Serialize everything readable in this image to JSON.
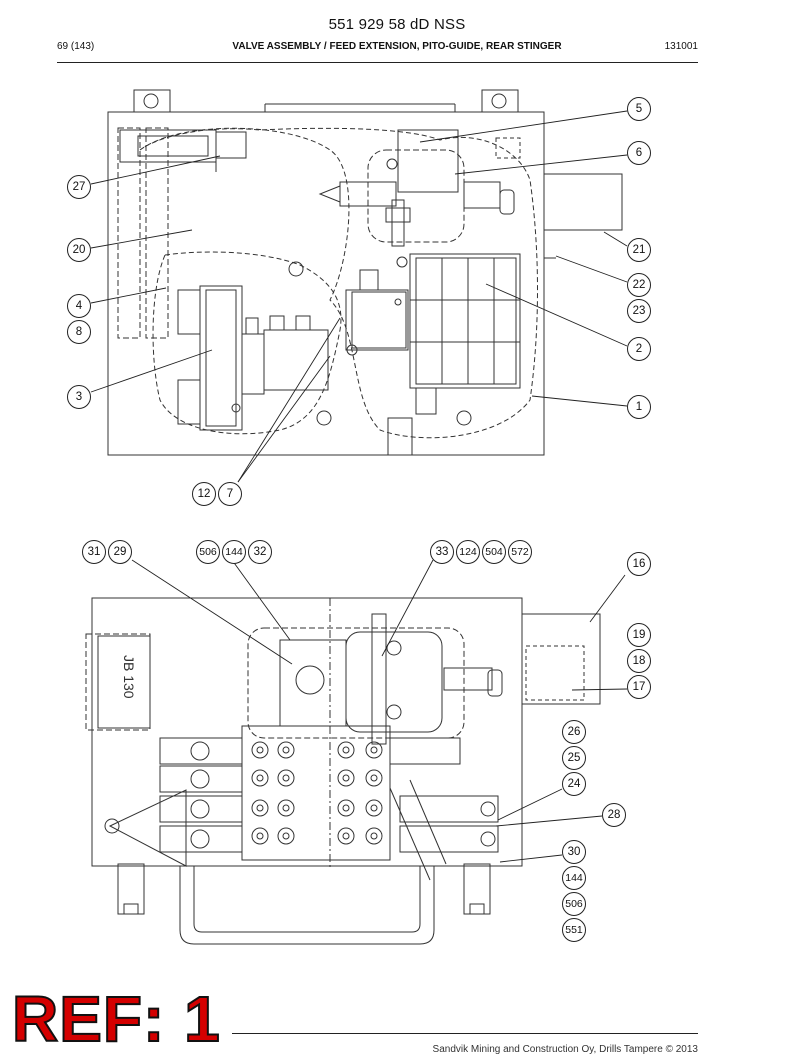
{
  "header": {
    "doc_number": "551 929 58 dD NSS",
    "page_ref": "69 (143)",
    "title": "VALVE ASSEMBLY / FEED EXTENSION, PITO-GUIDE, REAR STINGER",
    "date_code": "131001"
  },
  "top_view": {
    "callouts": [
      "5",
      "6",
      "27",
      "20",
      "21",
      "22",
      "23",
      "4",
      "8",
      "2",
      "3",
      "1",
      "12",
      "7"
    ]
  },
  "bottom_view": {
    "callouts": [
      "31",
      "29",
      "506",
      "144",
      "32",
      "33",
      "124",
      "504",
      "572",
      "16",
      "19",
      "18",
      "17",
      "26",
      "25",
      "24",
      "28",
      "30",
      "144",
      "506",
      "551"
    ],
    "junction_box_label": "JB 130"
  },
  "footer": {
    "copyright": "Sandvik Mining and Construction Oy, Drills Tampere © 2013"
  },
  "stamp": {
    "text": "REF: 1"
  }
}
